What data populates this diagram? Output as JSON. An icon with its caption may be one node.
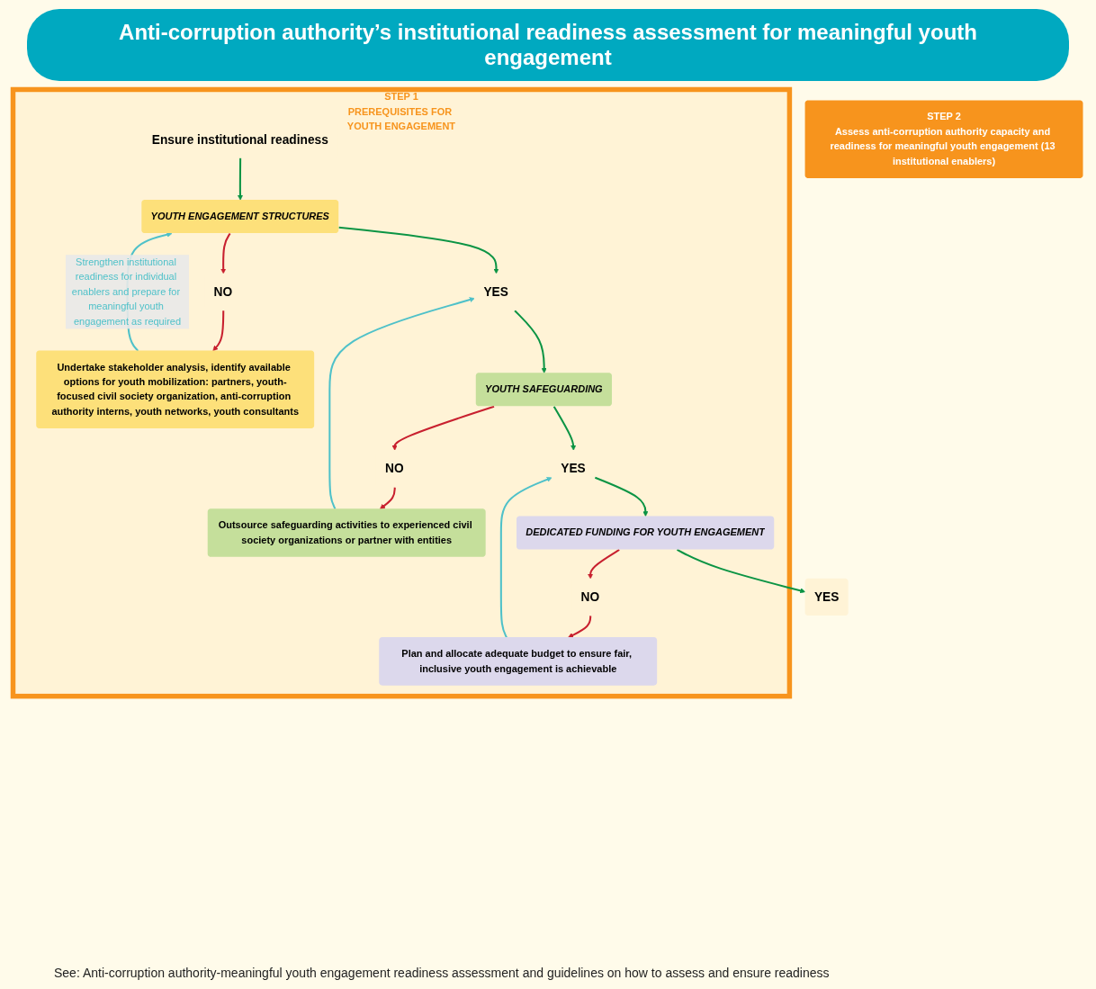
{
  "diagram": {
    "title": "Anti-corruption authority’s institutional readiness assessment for meaningful youth engagement",
    "caption": "See: Anti-corruption authority-meaningful youth engagement readiness assessment and guidelines on how to assess and ensure readiness",
    "nodes": [
      {
        "text": [
          "STEP 1",
          "PREREQUISITES FOR YOUTH ENGAGEMENT"
        ]
      },
      {
        "text": [
          "Ensure institutional readiness"
        ],
        "in": 0
      },
      {
        "text": [
          "YOUTH ENGAGEMENT STRUCTURES"
        ],
        "in": 0
      },
      {
        "text": [
          "NO"
        ],
        "in": 0
      },
      {
        "text": [
          "Undertake stakeholder analysis, identify available options for youth mobilization: partners, youth-focused civil society organization, anti-corruption authority interns, youth networks, youth consultants"
        ],
        "in": 0
      },
      {
        "text": [
          "YES"
        ],
        "in": 0
      },
      {
        "text": [
          "YOUTH SAFEGUARDING"
        ],
        "in": 0
      },
      {
        "text": [
          "NO"
        ],
        "in": 0
      },
      {
        "text": [
          "Outsource safeguarding activities to experienced civil society organizations or partner with entities"
        ],
        "in": 0
      },
      {
        "text": [
          "YES"
        ],
        "in": 0
      },
      {
        "text": [
          "DEDICATED FUNDING FOR YOUTH ENGAGEMENT"
        ],
        "in": 0
      },
      {
        "text": [
          "NO"
        ],
        "in": 0
      },
      {
        "text": [
          "Plan and allocate adequate budget to ensure fair, inclusive youth engagement is achievable"
        ],
        "in": 0
      },
      {
        "text": [
          "YES"
        ]
      },
      {
        "text": [
          "STEP 2",
          "Assess anti-corruption authority capacity and readiness for meaningful youth engagement (13 institutional enablers)"
        ]
      }
    ],
    "edges": [
      {
        "from": 1,
        "to": 2,
        "arrow": "to",
        "color": "#0b9444"
      },
      {
        "from": 2,
        "to": 3,
        "arrow": "to",
        "color": "#c8202f"
      },
      {
        "from": 3,
        "to": 4,
        "arrow": "to",
        "color": "#c8202f"
      },
      {
        "from": 4,
        "to": 2,
        "arrow": "to",
        "label": "Strengthen institutional readiness for individual enablers and prepare for meaningful youth engagement as required",
        "color": "#4fc1c9"
      },
      {
        "from": 2,
        "to": 5,
        "arrow": "to",
        "color": "#0b9444"
      },
      {
        "from": 5,
        "to": 6,
        "arrow": "to",
        "color": "#0b9444"
      },
      {
        "from": 6,
        "to": 7,
        "arrow": "to",
        "color": "#c8202f"
      },
      {
        "from": 7,
        "to": 8,
        "arrow": "to",
        "color": "#c8202f"
      },
      {
        "from": 8,
        "to": 5,
        "arrow": "to",
        "color": "#4fc1c9"
      },
      {
        "from": 6,
        "to": 9,
        "arrow": "to",
        "color": "#0b9444"
      },
      {
        "from": 9,
        "to": 10,
        "arrow": "to",
        "color": "#0b9444"
      },
      {
        "from": 10,
        "to": 11,
        "arrow": "to",
        "color": "#c8202f"
      },
      {
        "from": 11,
        "to": 12,
        "arrow": "to",
        "color": "#c8202f"
      },
      {
        "from": 12,
        "to": 9,
        "arrow": "to",
        "color": "#4fc1c9"
      },
      {
        "from": 10,
        "to": 13,
        "arrow": "to",
        "color": "#0b9444"
      }
    ]
  }
}
